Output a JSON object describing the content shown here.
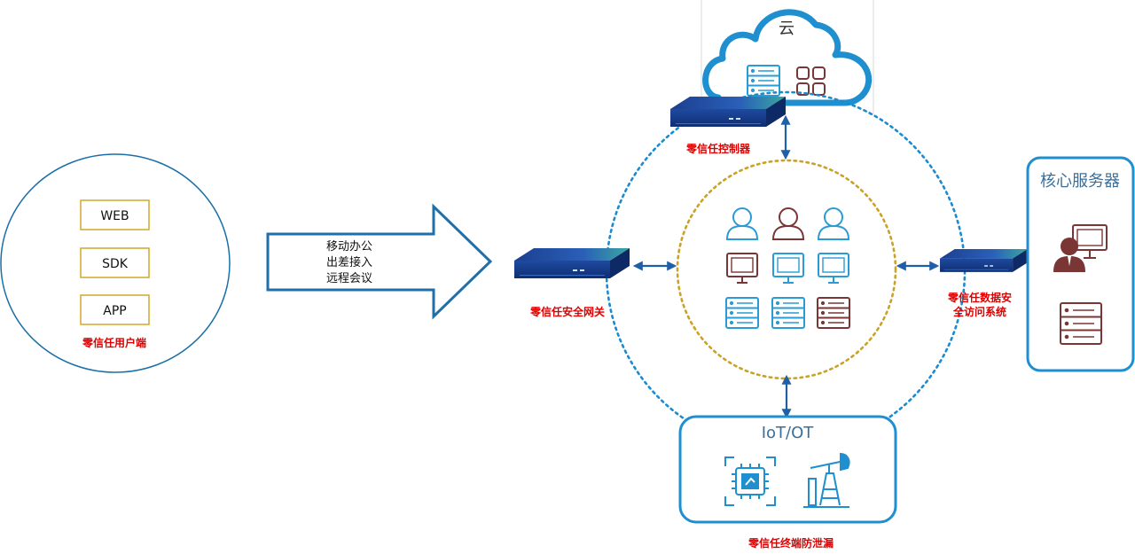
{
  "user_side": {
    "items": [
      "WEB",
      "SDK",
      "APP"
    ],
    "caption": "零信任用户端"
  },
  "access_arrow": {
    "lines": [
      "移动办公",
      "出差接入",
      "远程会议"
    ]
  },
  "cloud": {
    "label": "云"
  },
  "controller": {
    "caption": "零信任控制器"
  },
  "gateway": {
    "caption": "零信任安全网关"
  },
  "data_access": {
    "caption_line1": "零信任数据安",
    "caption_line2": "全访问系统"
  },
  "core_servers": {
    "title": "核心服务器"
  },
  "iot": {
    "title": "IoT/OT",
    "caption": "零信任终端防泄漏"
  },
  "colors": {
    "accent_blue": "#1a8bd0",
    "dark_blue": "#1f5fa8",
    "gold": "#c9a227",
    "caption_red": "#e00000",
    "maroon": "#7a3535",
    "teal": "#2a9bd4"
  }
}
